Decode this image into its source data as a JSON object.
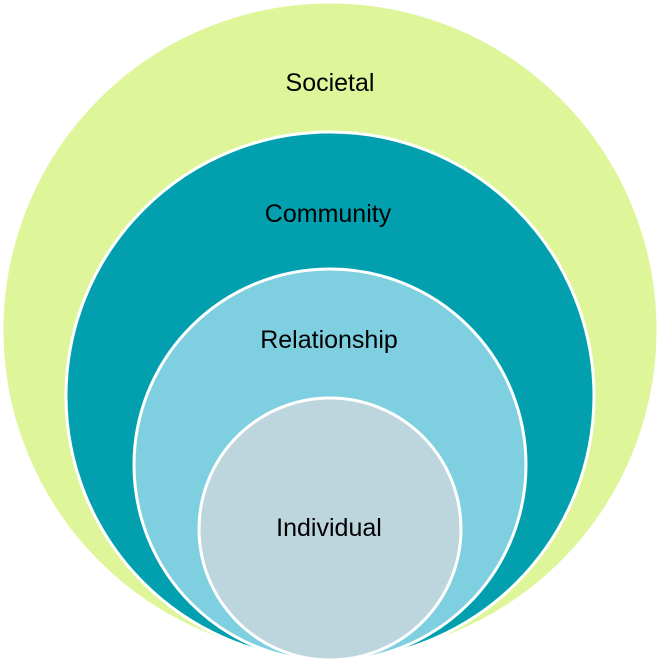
{
  "diagram": {
    "levels": [
      {
        "label": "Societal",
        "color": "#dff59a"
      },
      {
        "label": "Community",
        "color": "#02a0af"
      },
      {
        "label": "Relationship",
        "color": "#7ecfe0"
      },
      {
        "label": "Individual",
        "color": "#bdd5dc"
      }
    ],
    "outline_color": "#ffffff"
  }
}
